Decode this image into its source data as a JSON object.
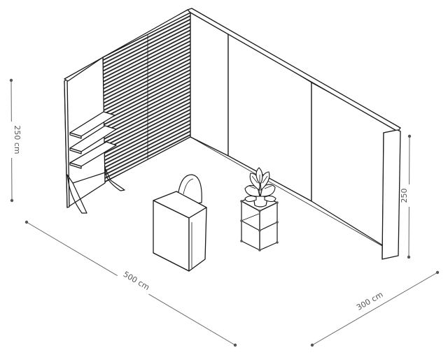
{
  "dimensions": {
    "left_height": "250 cm",
    "right_height": "250",
    "length": "500 cm",
    "depth": "300 cm"
  },
  "colors": {
    "line": "#1a1a1a",
    "dimension": "#555555",
    "background": "#ffffff"
  }
}
